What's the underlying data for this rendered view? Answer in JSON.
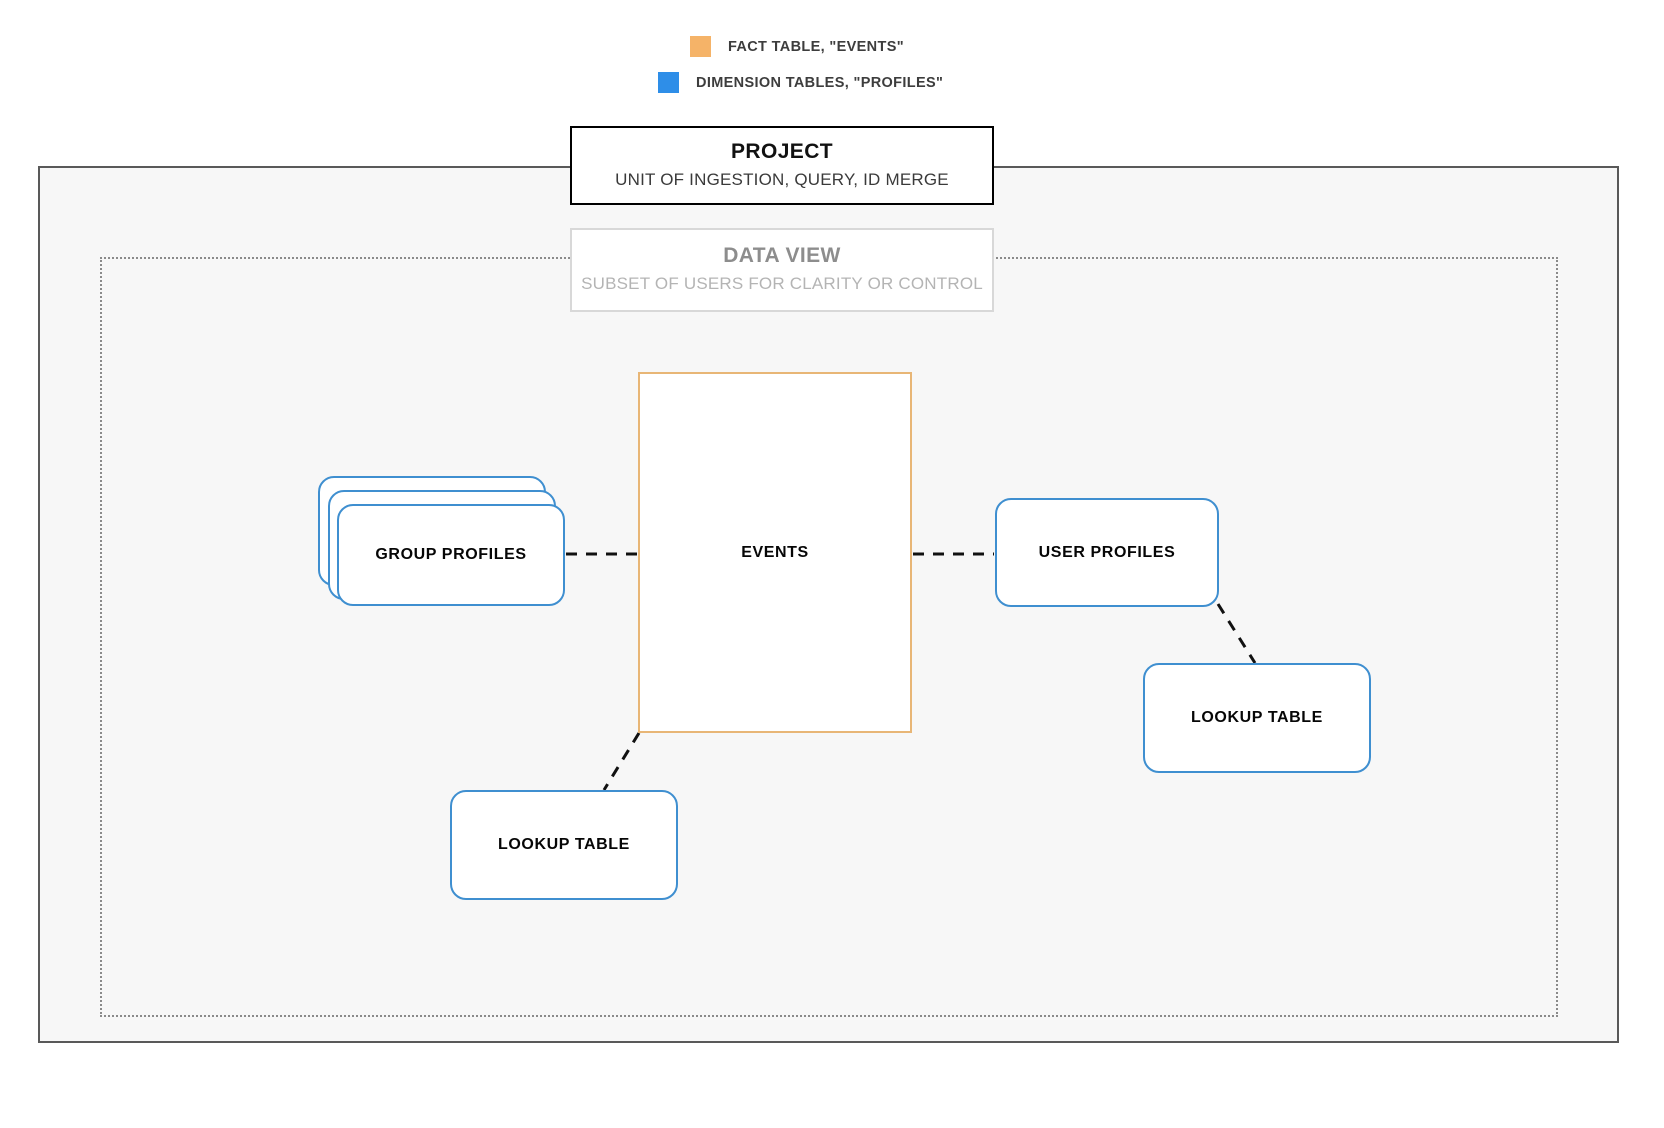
{
  "legend": {
    "items": [
      {
        "label": "FACT TABLE, \"EVENTS\"",
        "color": "#f5b368",
        "icon": "square-swatch-icon"
      },
      {
        "label": "DIMENSION TABLES, \"PROFILES\"",
        "color": "#2e8ee8",
        "icon": "square-swatch-icon"
      }
    ]
  },
  "project": {
    "title": "PROJECT",
    "subtitle": "UNIT OF INGESTION, QUERY, ID MERGE",
    "fill": "#f7f7f7",
    "border": "#595959"
  },
  "data_view": {
    "title": "DATA VIEW",
    "subtitle": "SUBSET OF USERS FOR CLARITY OR CONTROL",
    "border": "#d8d8d8",
    "title_color": "#8d8d8d",
    "subtitle_color": "#b4b4b4"
  },
  "nodes": {
    "events": {
      "label": "EVENTS",
      "type": "fact-table",
      "border": "#e8b676"
    },
    "group_profiles": {
      "label": "GROUP PROFILES",
      "type": "dimension-table-stack",
      "border": "#3f8fd0",
      "stack_count": 3
    },
    "user_profiles": {
      "label": "USER PROFILES",
      "type": "dimension-table",
      "border": "#3f8fd0"
    },
    "lookup_left": {
      "label": "LOOKUP TABLE",
      "type": "dimension-table",
      "border": "#3f8fd0"
    },
    "lookup_right": {
      "label": "LOOKUP TABLE",
      "type": "dimension-table",
      "border": "#3f8fd0"
    }
  },
  "connectors": [
    {
      "name": "group-profiles-to-events",
      "from": "group_profiles",
      "to": "events",
      "style": "dashed",
      "color": "#111111"
    },
    {
      "name": "events-to-user-profiles",
      "from": "events",
      "to": "user_profiles",
      "style": "dashed",
      "color": "#111111"
    },
    {
      "name": "events-to-lookup-left",
      "from": "events",
      "to": "lookup_left",
      "style": "dashed",
      "color": "#111111"
    },
    {
      "name": "user-profiles-to-lookup-right",
      "from": "user_profiles",
      "to": "lookup_right",
      "style": "dashed",
      "color": "#111111"
    }
  ]
}
